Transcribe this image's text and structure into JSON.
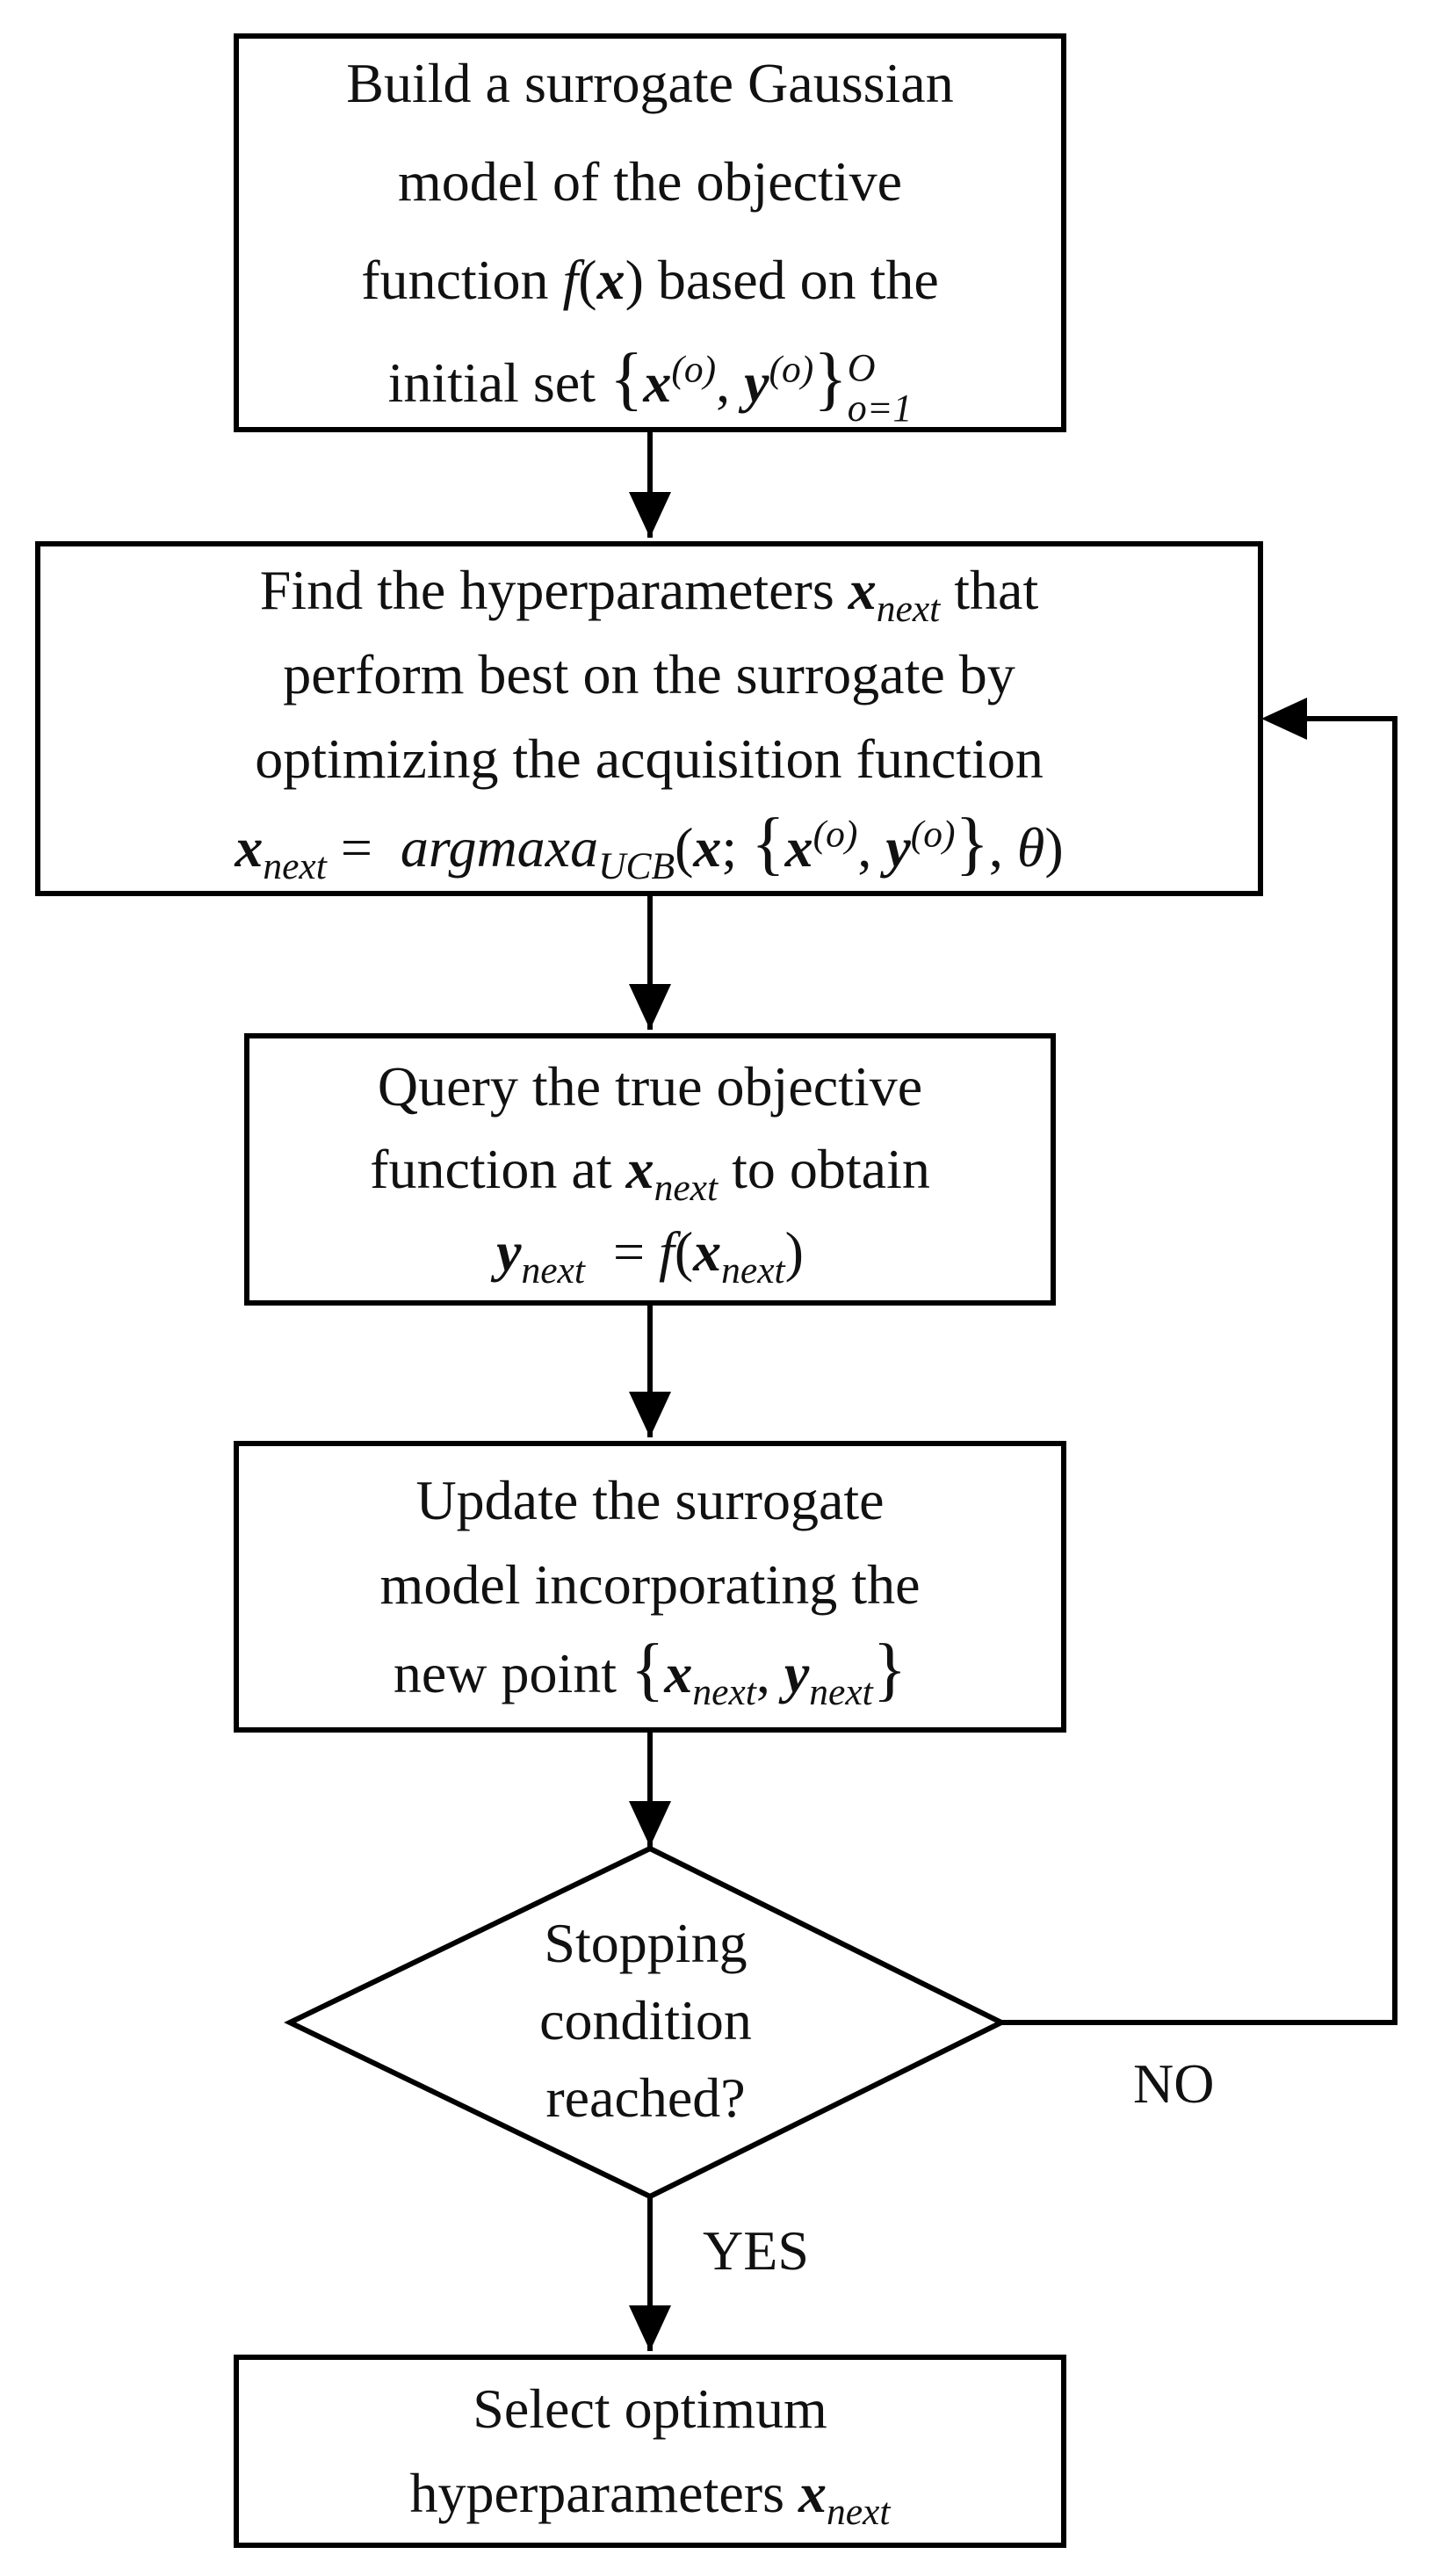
{
  "boxes": {
    "build": {
      "line1": "Build a surrogate Gaussian",
      "line2": "model of the objective",
      "line3_pre": "function",
      "line3_func": "f",
      "line3_post": "based on the",
      "line4_pre": "initial set",
      "set_upper": "O",
      "set_lower": "o=1"
    },
    "find": {
      "line1_pre": "Find the hyperparameters",
      "line1_post": "that",
      "line2": "perform best on the surrogate by",
      "line3": "optimizing the acquisition function",
      "eq_fn": "argmaxa",
      "eq_sub": "UCB",
      "eq_theta": "θ"
    },
    "query": {
      "line1": "Query the true objective",
      "line2_pre": "function at",
      "line2_post": "to obtain",
      "eq_func": "f"
    },
    "update": {
      "line1": "Update the surrogate",
      "line2": "model incorporating the",
      "line3_pre": "new point"
    },
    "decision": {
      "line1": "Stopping",
      "line2": "condition",
      "line3": "reached?"
    },
    "select": {
      "line1": "Select optimum",
      "line2_pre": "hyperparameters"
    }
  },
  "symbols": {
    "x": "x",
    "y": "y",
    "next": "next",
    "iter_sup": "(o)"
  },
  "labels": {
    "no": "NO",
    "yes": "YES"
  }
}
